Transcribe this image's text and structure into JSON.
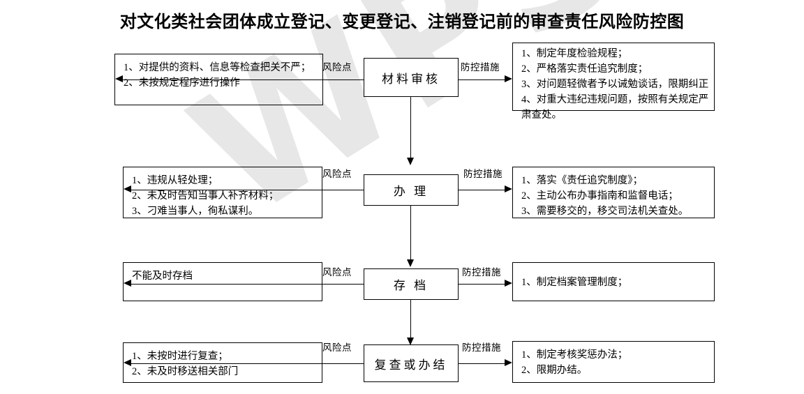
{
  "document": {
    "title": "对文化类社会团体成立登记、变更登记、注销登记前的审查责任风险防控图",
    "watermark": "WPS"
  },
  "labels": {
    "risk_point": "风险点",
    "control_measure": "防控措施"
  },
  "rows": [
    {
      "node": "材料审核",
      "risk_label": "风险点",
      "control_label": "防控措施",
      "risks": [
        "1、对提供的资料、信息等检查把关不严；",
        "2、未按规定程序进行操作"
      ],
      "measures": [
        "1、制定年度检验规程；",
        "2、严格落实责任追究制度；",
        "3、对问题轻微者予以诫勉谈话，限期纠正",
        "4、对重大违纪违规问题，按照有关规定严",
        "肃查处。"
      ]
    },
    {
      "node": "办  理",
      "risk_label": "风险点",
      "control_label": "防控措施",
      "risks": [
        "1、违规从轻处理；",
        "2、未及时告知当事人补齐材料；",
        "3、刁难当事人，徇私谋利。"
      ],
      "measures": [
        "1、落实《责任追究制度》；",
        "2、主动公布办事指南和监督电话；",
        "3、需要移交的，移交司法机关查处。"
      ]
    },
    {
      "node": "存  档",
      "risk_label": "风险点",
      "control_label": "防控措施",
      "risks": [
        "不能及时存档"
      ],
      "measures": [
        "1、制定档案管理制度；"
      ]
    },
    {
      "node": "复查或办结",
      "risk_label": "风险点",
      "control_label": "防控措施",
      "risks": [
        "1、未按时进行复查；",
        "2、未及时移送相关部门"
      ],
      "measures": [
        "1、制定考核奖惩办法；",
        "2、限期办结。"
      ]
    }
  ]
}
